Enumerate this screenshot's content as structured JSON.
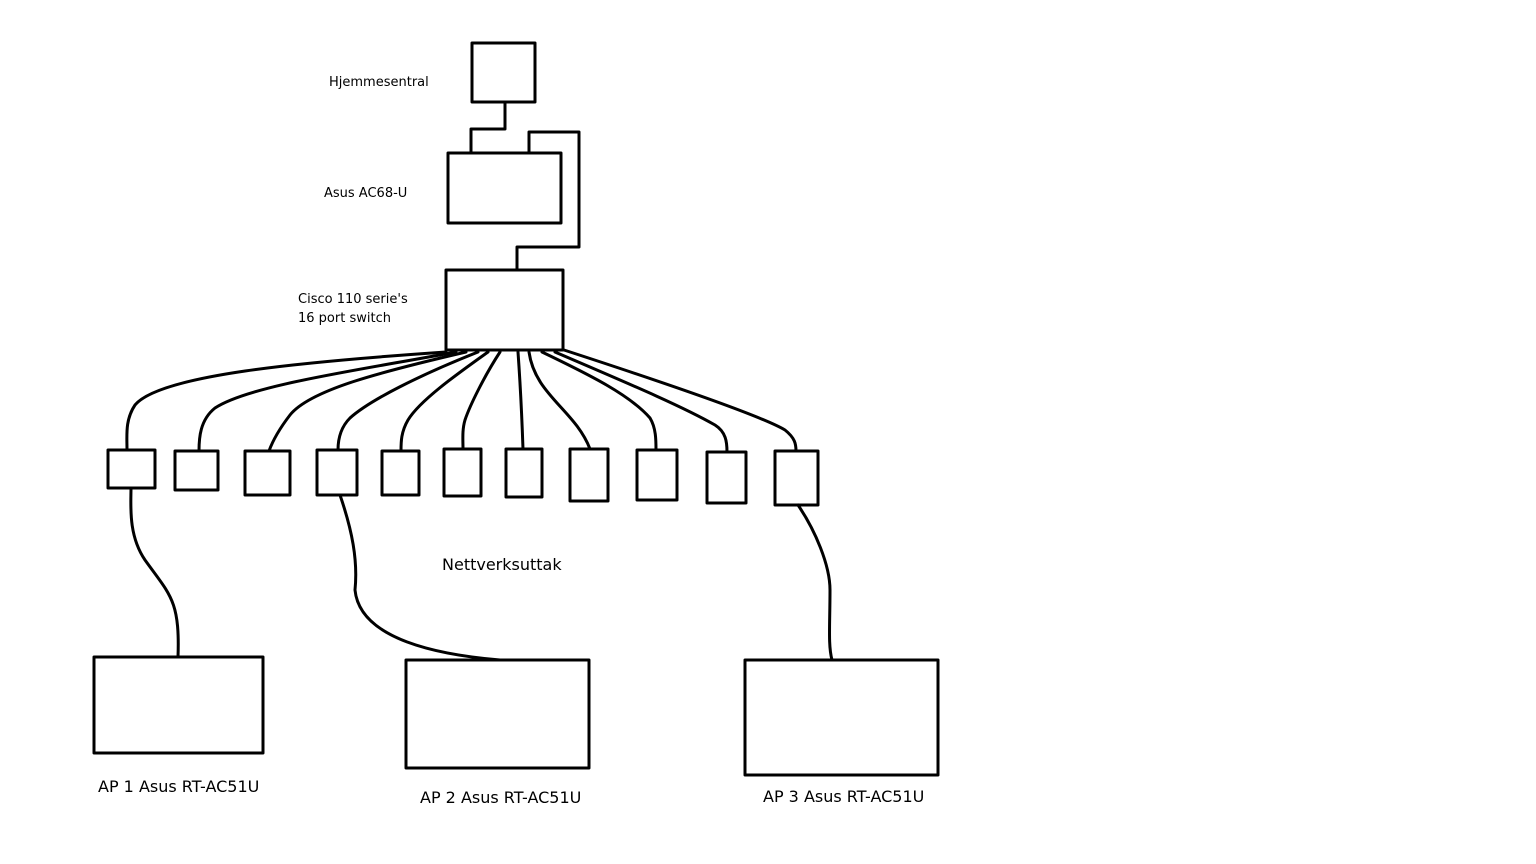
{
  "labels": {
    "home_central": "Hjemmesentral",
    "router": "Asus AC68-U",
    "switch_line1": "Cisco 110 serie's",
    "switch_line2": "16 port switch",
    "outlets": "Nettverksuttak",
    "ap1": "AP 1 Asus RT-AC51U",
    "ap2": "AP 2 Asus RT-AC51U",
    "ap3": "AP 3 Asus RT-AC51U"
  },
  "nodes": {
    "home_central": {
      "label_key": "home_central"
    },
    "router": {
      "label_key": "router"
    },
    "switch": {
      "label_key": "switch_line1"
    },
    "outlet_count": 11,
    "access_points": [
      "ap1",
      "ap2",
      "ap3"
    ]
  },
  "connections": [
    [
      "home_central",
      "router"
    ],
    [
      "router",
      "switch"
    ],
    [
      "switch",
      "outlet-1"
    ],
    [
      "switch",
      "outlet-2"
    ],
    [
      "switch",
      "outlet-3"
    ],
    [
      "switch",
      "outlet-4"
    ],
    [
      "switch",
      "outlet-5"
    ],
    [
      "switch",
      "outlet-6"
    ],
    [
      "switch",
      "outlet-7"
    ],
    [
      "switch",
      "outlet-8"
    ],
    [
      "switch",
      "outlet-9"
    ],
    [
      "switch",
      "outlet-10"
    ],
    [
      "switch",
      "outlet-11"
    ],
    [
      "outlet-1",
      "ap1"
    ],
    [
      "outlet-4",
      "ap2"
    ],
    [
      "outlet-11",
      "ap3"
    ]
  ],
  "colors": {
    "stroke": "#000000",
    "background": "#ffffff"
  }
}
